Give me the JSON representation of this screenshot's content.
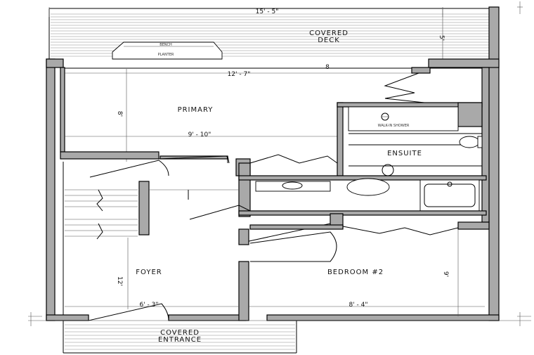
{
  "rooms": {
    "covered_deck_line1": "COVERED",
    "covered_deck_line2": "DECK",
    "primary": "PRIMARY",
    "ensuite": "ENSUITE",
    "foyer": "FOYER",
    "bedroom2": "BEDROOM #2",
    "covered_entrance_line1": "COVERED",
    "covered_entrance_line2": "ENTRANCE"
  },
  "dimensions": {
    "deck_width": "15' - 5\"",
    "deck_depth": "5'",
    "primary_width": "12' - 7\"",
    "primary_inner_width": "9' - 10\"",
    "primary_depth": "8'",
    "primary_right_label": "8",
    "foyer_width": "6' - 3\"",
    "foyer_depth": "12'",
    "bedroom_width": "8' - 4\"",
    "bedroom_depth": "9'"
  },
  "small_labels": {
    "deck_planter": "PLANTER",
    "deck_planter_top": "BENCH",
    "shower_label": "WALK-IN SHOWER"
  }
}
